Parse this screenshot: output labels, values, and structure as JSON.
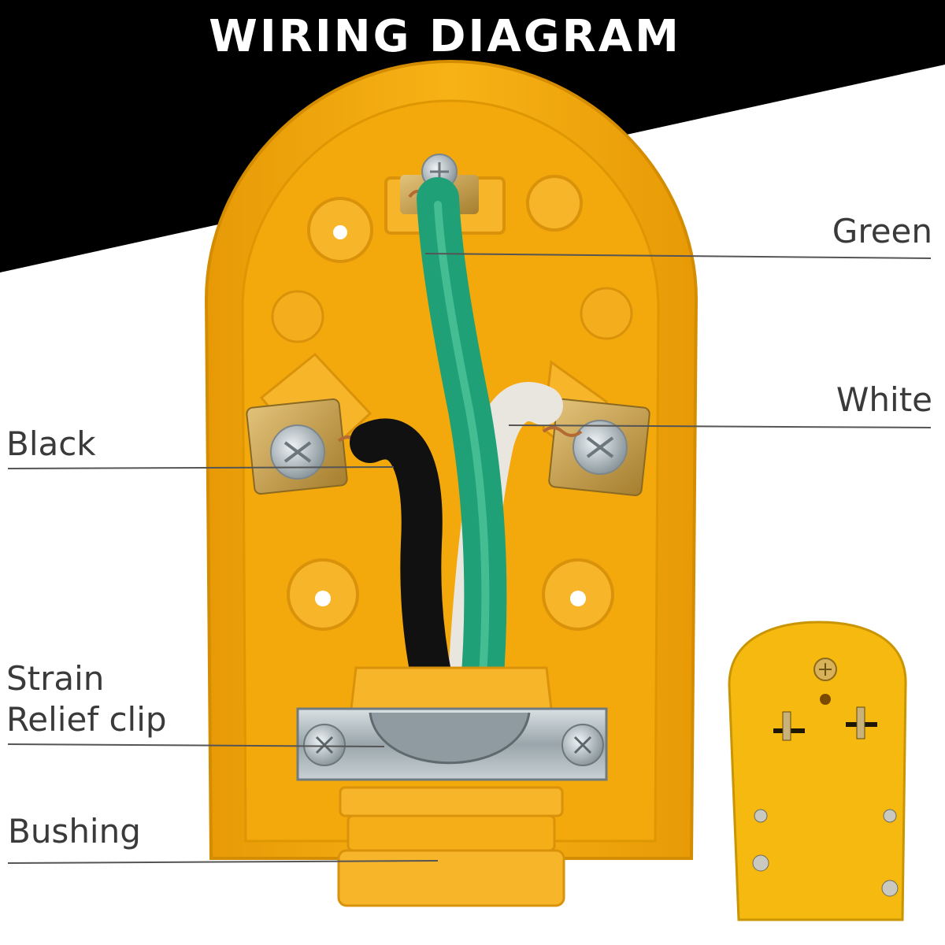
{
  "title": "WIRING DIAGRAM",
  "labels": {
    "green": "Green",
    "white": "White",
    "black": "Black",
    "strain_line1": "Strain",
    "strain_line2": "Relief clip",
    "bushing": "Bushing"
  },
  "colors": {
    "background_top": "#000000",
    "background": "#ffffff",
    "plug_body": "#f6ad0f",
    "plug_inner": "#f0a30a",
    "wire_green": "#1fa076",
    "wire_black": "#111111",
    "wire_white": "#e9e6e0",
    "terminal_brass": "#c9a14a",
    "screw_silver": "#b8c4c8",
    "clip_steel": "#aab4ba",
    "leader_line": "#555555",
    "label_text": "#3a3a3a"
  }
}
